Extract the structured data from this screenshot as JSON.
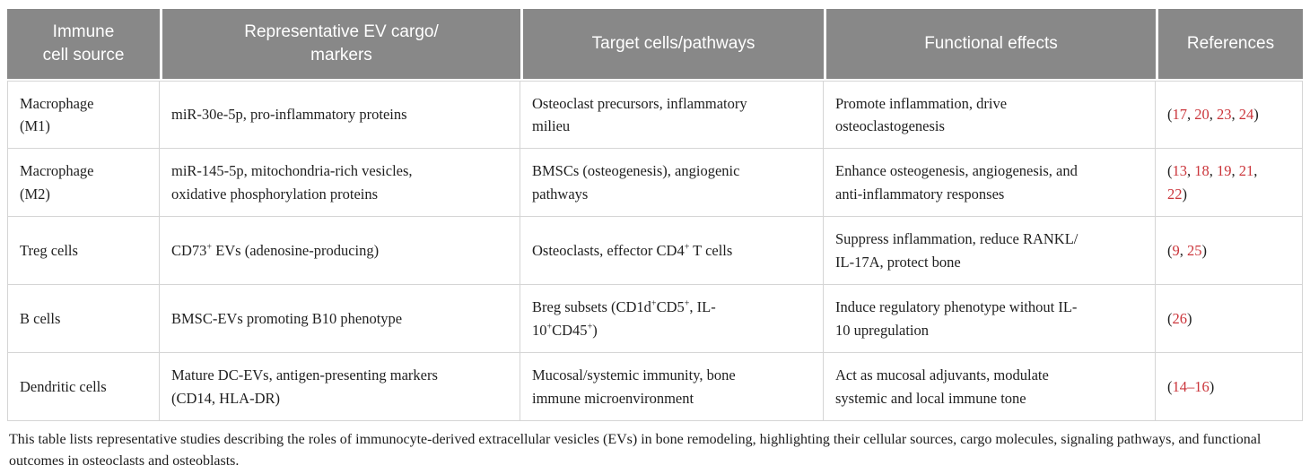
{
  "colors": {
    "header_bg": "#888888",
    "header_text": "#ffffff",
    "body_text": "#1f1f1f",
    "reference_red": "#cb353b",
    "border": "#d5d5d5",
    "page_bg": "#ffffff"
  },
  "table": {
    "columns": [
      {
        "label": "Immune\ncell source"
      },
      {
        "label": "Representative EV cargo/\nmarkers"
      },
      {
        "label": "Target cells/pathways"
      },
      {
        "label": "Functional effects"
      },
      {
        "label": "References"
      }
    ],
    "rows": [
      {
        "source": "Macrophage\n(M1)",
        "cargo": "miR-30e-5p, pro-inflammatory proteins",
        "target": "Osteoclast precursors, inflammatory\nmilieu",
        "effects": "Promote inflammation, drive\nosteoclastogenesis",
        "references": [
          {
            "t": "("
          },
          {
            "t": "17",
            "red": true
          },
          {
            "t": ", "
          },
          {
            "t": "20",
            "red": true
          },
          {
            "t": ", "
          },
          {
            "t": "23",
            "red": true
          },
          {
            "t": ", "
          },
          {
            "t": "24",
            "red": true
          },
          {
            "t": ")"
          }
        ]
      },
      {
        "source": "Macrophage\n(M2)",
        "cargo": "miR-145-5p, mitochondria-rich vesicles,\noxidative phosphorylation proteins",
        "target": "BMSCs (osteogenesis), angiogenic\npathways",
        "effects": "Enhance osteogenesis, angiogenesis, and\nanti-inflammatory responses",
        "references": [
          {
            "t": "("
          },
          {
            "t": "13",
            "red": true
          },
          {
            "t": ", "
          },
          {
            "t": "18",
            "red": true
          },
          {
            "t": ", "
          },
          {
            "t": "19",
            "red": true
          },
          {
            "t": ", "
          },
          {
            "t": "21",
            "red": true
          },
          {
            "t": ",\n"
          },
          {
            "t": "22",
            "red": true
          },
          {
            "t": ")"
          }
        ]
      },
      {
        "source": "Treg cells",
        "cargo_parts": [
          {
            "t": "CD73"
          },
          {
            "t": "+",
            "sup": true
          },
          {
            "t": " EVs (adenosine-producing)"
          }
        ],
        "target_parts": [
          {
            "t": "Osteoclasts, effector CD4"
          },
          {
            "t": "+",
            "sup": true
          },
          {
            "t": " T cells"
          }
        ],
        "effects": "Suppress inflammation, reduce RANKL/\nIL-17A, protect bone",
        "references": [
          {
            "t": "("
          },
          {
            "t": "9",
            "red": true
          },
          {
            "t": ", "
          },
          {
            "t": "25",
            "red": true
          },
          {
            "t": ")"
          }
        ]
      },
      {
        "source": "B cells",
        "cargo": "BMSC-EVs promoting B10 phenotype",
        "target_parts": [
          {
            "t": "Breg subsets (CD1d"
          },
          {
            "t": "+",
            "sup": true
          },
          {
            "t": "CD5"
          },
          {
            "t": "+",
            "sup": true
          },
          {
            "t": ", IL-\n10"
          },
          {
            "t": "+",
            "sup": true
          },
          {
            "t": "CD45"
          },
          {
            "t": "+",
            "sup": true
          },
          {
            "t": ")"
          }
        ],
        "effects": "Induce regulatory phenotype without IL-\n10 upregulation",
        "references": [
          {
            "t": "("
          },
          {
            "t": "26",
            "red": true
          },
          {
            "t": ")"
          }
        ]
      },
      {
        "source": "Dendritic cells",
        "cargo": "Mature DC-EVs, antigen-presenting markers\n(CD14, HLA-DR)",
        "target": "Mucosal/systemic immunity, bone\nimmune microenvironment",
        "effects": "Act as mucosal adjuvants, modulate\nsystemic and local immune tone",
        "references": [
          {
            "t": "("
          },
          {
            "t": "14–16",
            "red": true
          },
          {
            "t": ")"
          }
        ]
      }
    ]
  },
  "footnote": "This table lists representative studies describing the roles of immunocyte-derived extracellular vesicles (EVs) in bone remodeling, highlighting their cellular sources, cargo molecules, signaling pathways, and functional outcomes in osteoclasts and osteoblasts."
}
